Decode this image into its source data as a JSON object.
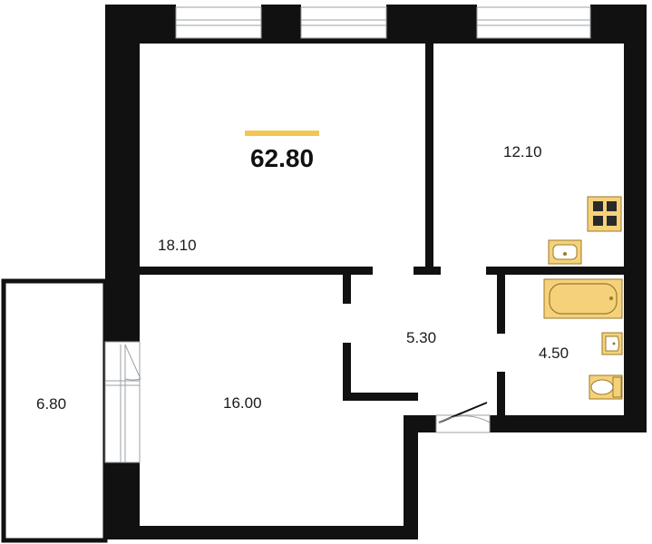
{
  "total_area": "62.80",
  "rooms": {
    "room_top_left": "18.10",
    "room_top_right": "12.10",
    "room_bottom_left": "16.00",
    "hallway": "5.30",
    "bathroom": "4.50",
    "balcony": "6.80"
  },
  "colors": {
    "wall": "#111111",
    "accent": "#f2c650",
    "fixture_fill": "#f5d27a",
    "fixture_stroke": "#9a7a2a",
    "window": "#9aa0a6"
  }
}
